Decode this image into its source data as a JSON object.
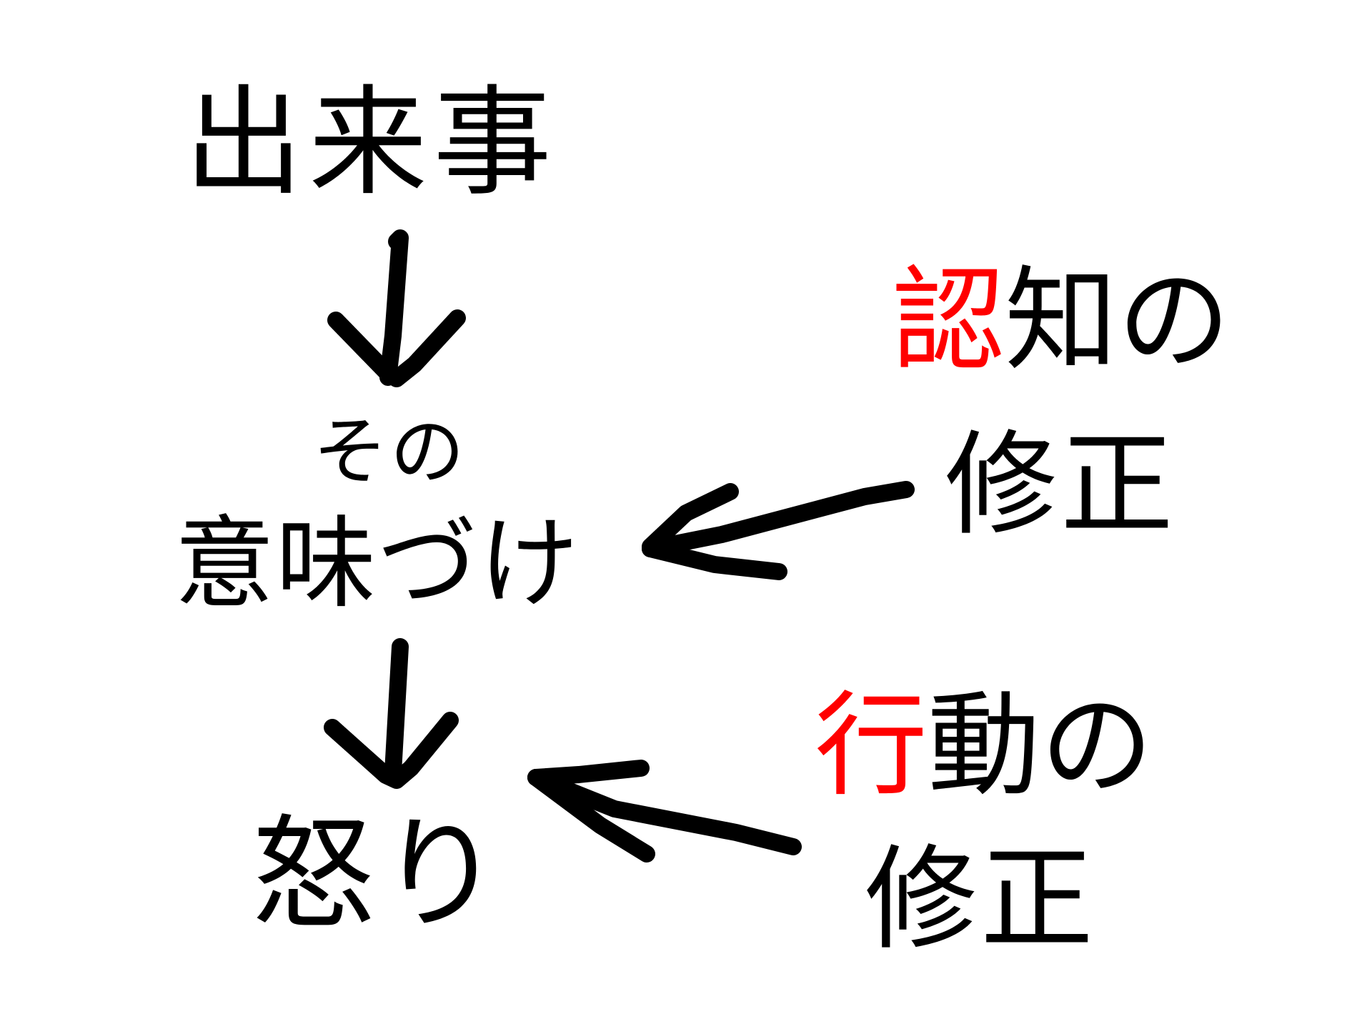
{
  "nodes": {
    "event": "出来事",
    "meaning_line1": "その",
    "meaning_line2": "意味づけ",
    "anger": "怒り"
  },
  "interventions": {
    "cognitive": {
      "highlight": "認",
      "rest": "知の",
      "line2": "修正",
      "highlight_color": "#ff0000"
    },
    "behavioral": {
      "highlight": "行",
      "rest": "動の",
      "line2": "修正",
      "highlight_color": "#ff0000"
    }
  },
  "colors": {
    "text": "#000000",
    "arrow": "#000000",
    "background": "#ffffff"
  }
}
